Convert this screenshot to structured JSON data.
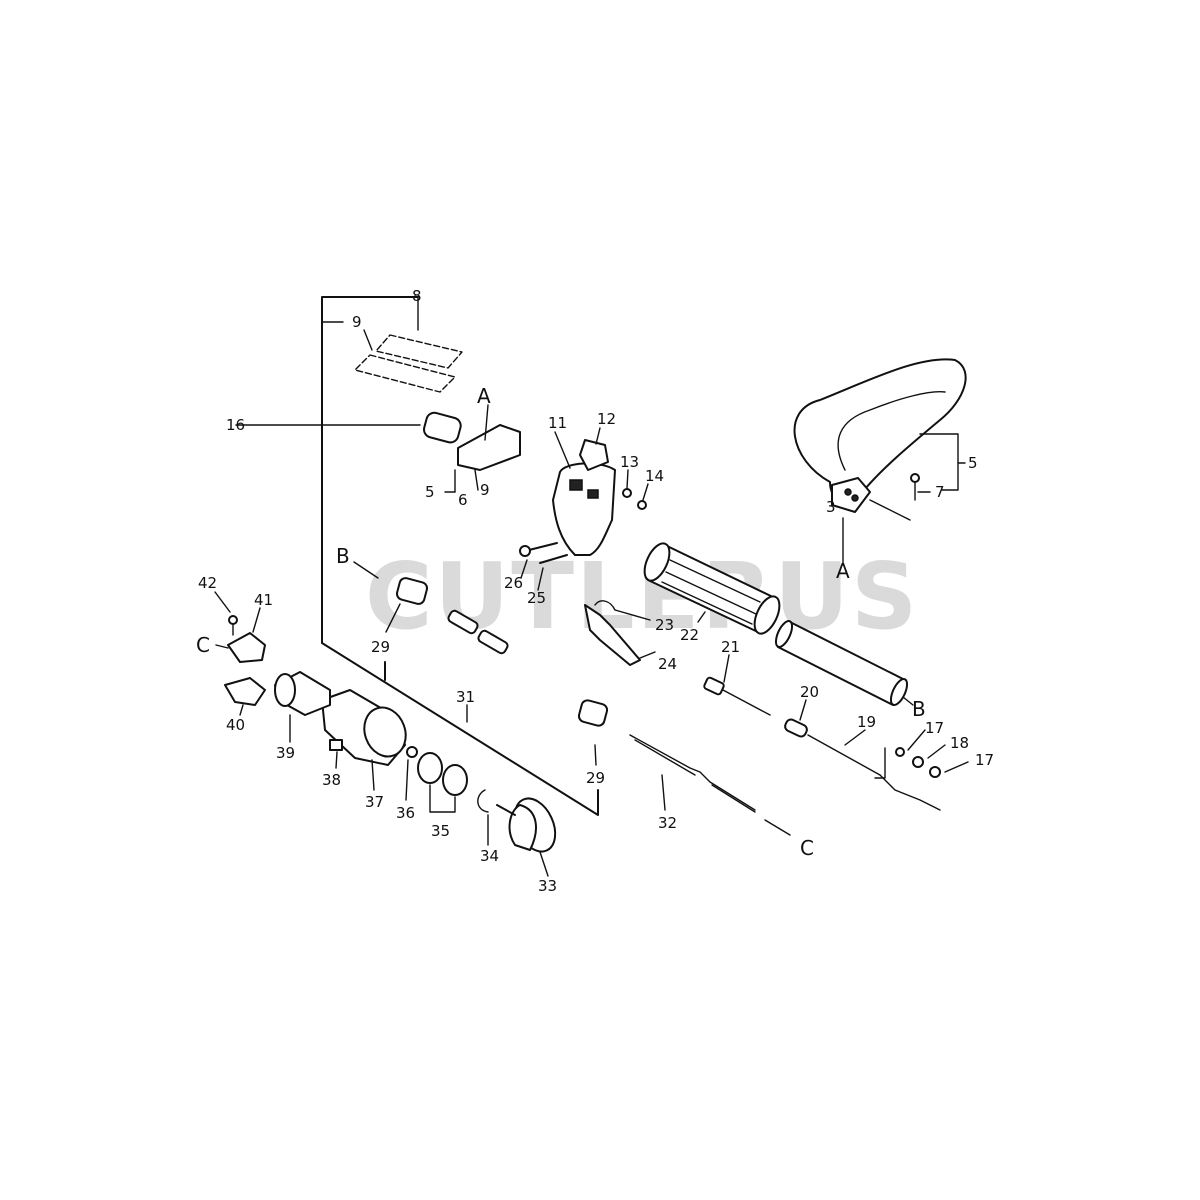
{
  "watermark": "CUTLERUS",
  "callouts": {
    "c3": "3",
    "c5a": "5",
    "c5b": "5",
    "c6": "6",
    "c7": "7",
    "c8": "8",
    "c9a": "9",
    "c9b": "9",
    "c11": "11",
    "c12": "12",
    "c13": "13",
    "c14": "14",
    "c16": "16",
    "c17a": "17",
    "c17b": "17",
    "c18": "18",
    "c19": "19",
    "c20": "20",
    "c21": "21",
    "c22": "22",
    "c23": "23",
    "c24": "24",
    "c25": "25",
    "c26": "26",
    "c29a": "29",
    "c29b": "29",
    "c31": "31",
    "c32": "32",
    "c33": "33",
    "c34": "34",
    "c35": "35",
    "c36": "36",
    "c37": "37",
    "c38": "38",
    "c39": "39",
    "c40": "40",
    "c41": "41",
    "c42": "42"
  },
  "refs": {
    "a1": "A",
    "a2": "A",
    "b1": "B",
    "b2": "B",
    "c1": "C",
    "c2": "C"
  }
}
